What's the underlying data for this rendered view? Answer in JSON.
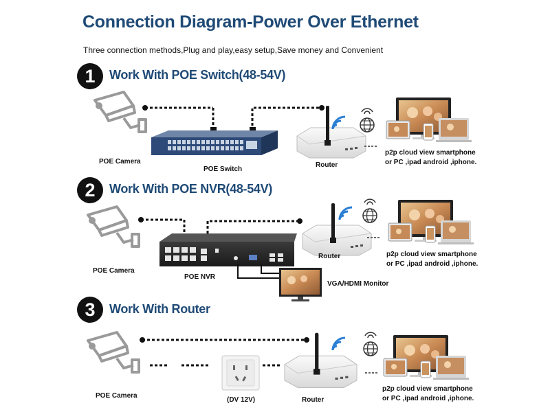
{
  "title": "Connection Diagram-Power Over Ethernet",
  "subtitle": "Three connection methods,Plug and play,easy setup,Save money and Convenient",
  "sections": [
    {
      "number": "1",
      "title": "Work With POE Switch(48-54V)",
      "camera_label": "POE Camera",
      "middle_label": "POE Switch",
      "router_label": "Router",
      "cloud_line1": "p2p cloud view smartphone",
      "cloud_line2": "or PC ,ipad android ,iphone."
    },
    {
      "number": "2",
      "title": "Work With POE NVR(48-54V)",
      "camera_label": "POE Camera",
      "middle_label": "POE NVR",
      "monitor_label": "VGA/HDMI Monitor",
      "router_label": "Router",
      "cloud_line1": "p2p cloud view smartphone",
      "cloud_line2": "or PC ,ipad android ,iphone."
    },
    {
      "number": "3",
      "title": "Work With Router",
      "camera_label": "POE Camera",
      "middle_label": "(DV 12V)",
      "router_label": "Router",
      "cloud_line1": "p2p cloud view smartphone",
      "cloud_line2": "or PC ,ipad android ,iphone."
    }
  ],
  "colors": {
    "title_blue": "#1f4a76",
    "wifi_blue": "#2b7fd4",
    "switch_blue": "#2d4a78",
    "cable": "#111111"
  }
}
